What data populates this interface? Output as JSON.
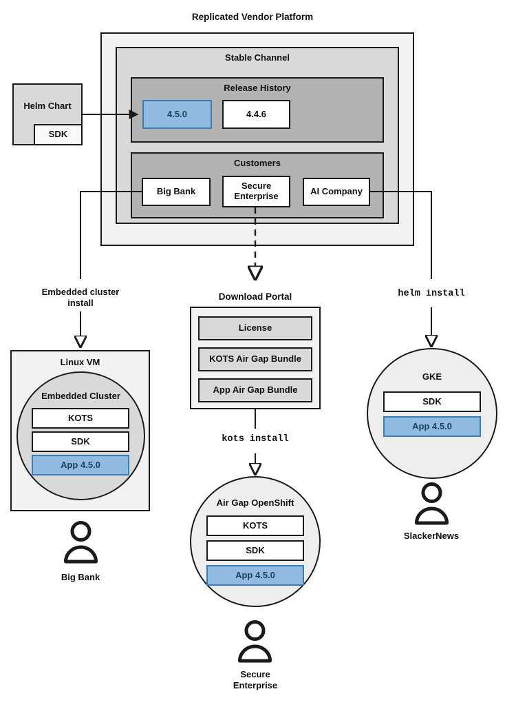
{
  "diagram": {
    "title": "Replicated Vendor Platform",
    "colors": {
      "accent_blue_fill": "#8fbce0",
      "accent_blue_border": "#3c7cb4",
      "accent_blue_text": "#1d3f5e",
      "stroke": "#1a1a1a",
      "shade_level0": "#f2f2f2",
      "shade_level1": "#d9d9d9",
      "shade_level2": "#b3b3b3",
      "background": "#ffffff"
    }
  },
  "platform": {
    "title": "Replicated Vendor Platform",
    "channel": {
      "title": "Stable Channel",
      "release_history": {
        "title": "Release History",
        "releases": [
          {
            "version": "4.5.0",
            "highlighted": true
          },
          {
            "version": "4.4.6",
            "highlighted": false
          }
        ]
      },
      "customers": {
        "title": "Customers",
        "items": [
          {
            "name": "Big Bank"
          },
          {
            "name": "Secure Enterprise"
          },
          {
            "name": "AI Company"
          }
        ]
      }
    }
  },
  "helm_chart": {
    "title": "Helm Chart",
    "sdk_label": "SDK"
  },
  "flows": {
    "embedded_cluster_install": "Embedded cluster\ninstall",
    "embedded_cluster_install_line1": "Embedded cluster",
    "embedded_cluster_install_line2": "install",
    "kots_install": "kots install",
    "helm_install": "helm install"
  },
  "download_portal": {
    "title": "Download Portal",
    "artifacts": [
      {
        "label": "License"
      },
      {
        "label": "KOTS Air Gap Bundle"
      },
      {
        "label": "App Air Gap Bundle"
      }
    ]
  },
  "targets": [
    {
      "id": "linux-vm",
      "host_label": "Linux VM",
      "cluster_label": "Embedded Cluster",
      "components": [
        {
          "label": "KOTS",
          "highlighted": false
        },
        {
          "label": "SDK",
          "highlighted": false
        },
        {
          "label": "App 4.5.0",
          "highlighted": true
        }
      ],
      "customer": "Big Bank"
    },
    {
      "id": "air-gap-openshift",
      "host_label": "Air Gap OpenShift",
      "components": [
        {
          "label": "KOTS",
          "highlighted": false
        },
        {
          "label": "SDK",
          "highlighted": false
        },
        {
          "label": "App 4.5.0",
          "highlighted": true
        }
      ],
      "customer_line1": "Secure",
      "customer_line2": "Enterprise"
    },
    {
      "id": "gke",
      "host_label": "GKE",
      "components": [
        {
          "label": "SDK",
          "highlighted": false
        },
        {
          "label": "App 4.5.0",
          "highlighted": true
        }
      ],
      "customer": "SlackerNews"
    }
  ]
}
